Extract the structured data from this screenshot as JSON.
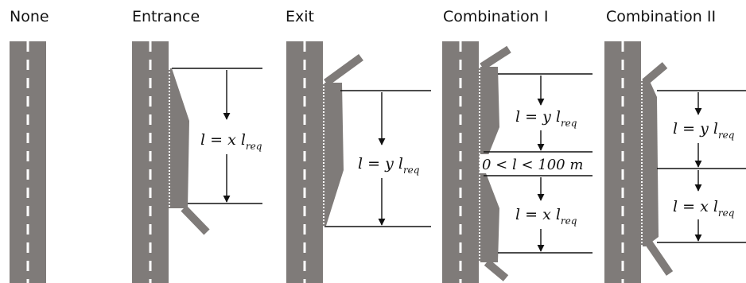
{
  "panels": {
    "none": {
      "title": "None"
    },
    "entrance": {
      "title": "Entrance",
      "eq_main": "l = x l",
      "eq_sub": "req"
    },
    "exit": {
      "title": "Exit",
      "eq_main": "l = y l",
      "eq_sub": "req"
    },
    "combo1": {
      "title": "Combination I",
      "upper_main": "l = y l",
      "upper_sub": "req",
      "middle": "0 < l < 100 m",
      "lower_main": "l = x l",
      "lower_sub": "req"
    },
    "combo2": {
      "title": "Combination II",
      "upper_main": "l = y l",
      "upper_sub": "req",
      "lower_main": "l = x l",
      "lower_sub": "req"
    }
  },
  "colors": {
    "road": "#7f7b79",
    "lane_marking": "#ffffff",
    "line": "#111111"
  }
}
